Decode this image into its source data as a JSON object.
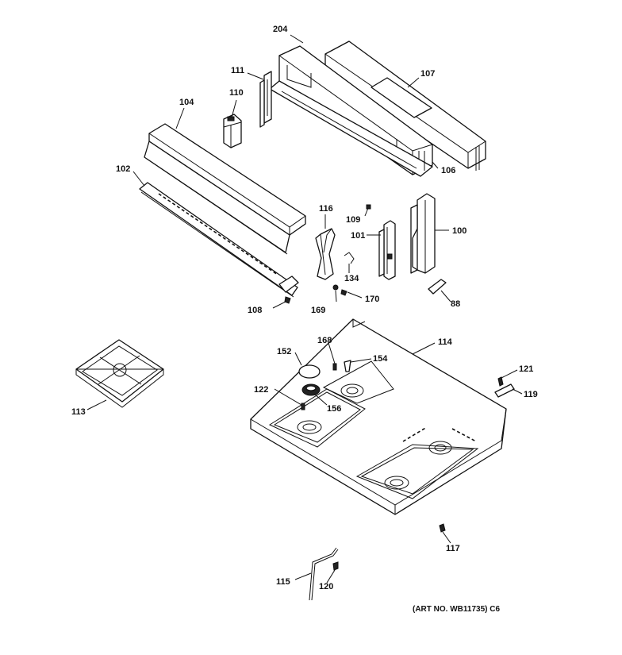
{
  "callouts": {
    "p204": "204",
    "p107": "107",
    "p111": "111",
    "p110": "110",
    "p104": "104",
    "p106": "106",
    "p102": "102",
    "p116": "116",
    "p109": "109",
    "p101": "101",
    "p100": "100",
    "p134": "134",
    "p108": "108",
    "p169": "169",
    "p170": "170",
    "p88": "88",
    "p152": "152",
    "p168": "168",
    "p114": "114",
    "p154": "154",
    "p121": "121",
    "p122": "122",
    "p156": "156",
    "p119": "119",
    "p113": "113",
    "p117": "117",
    "p115": "115",
    "p120": "120"
  },
  "art_number": "(ART NO. WB11735) C6"
}
